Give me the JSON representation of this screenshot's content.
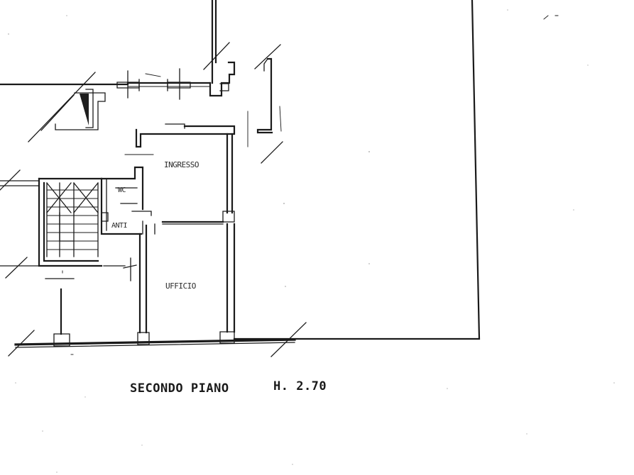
{
  "plan": {
    "rooms": {
      "ingresso": "INGRESSO",
      "wc": "WC",
      "anti": "ANTI",
      "ufficio": "UFFICIO"
    },
    "caption": {
      "floor": "SECONDO PIANO",
      "height": "H. 2.70"
    }
  }
}
